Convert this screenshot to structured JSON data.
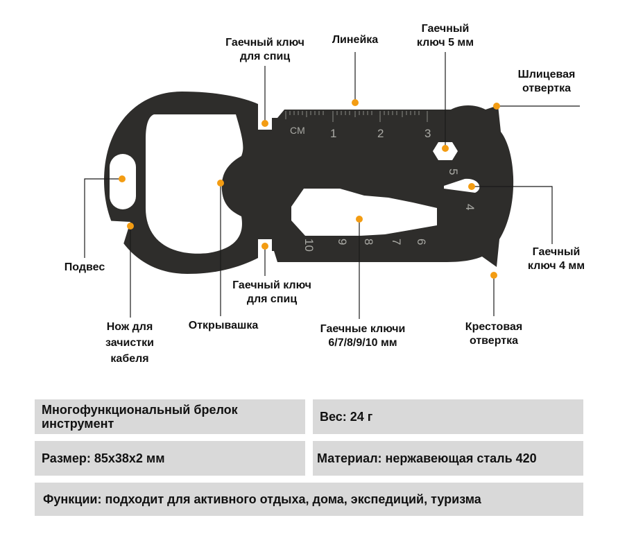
{
  "labels": {
    "spoke_wrench_top": "Гаечный ключ\nдля спиц",
    "ruler": "Линейка",
    "wrench_5mm": "Гаечный\nключ 5 мм",
    "flat_screwdriver": "Шлицевая\nотвертка",
    "hanger": "Подвес",
    "wrench_4mm": "Гаечный\nключ 4 мм",
    "spoke_wrench_bottom": "Гаечный ключ\nдля спиц",
    "cable_knife": "Нож для\nзачистки\nкабеля",
    "bottle_opener": "Открывашка",
    "wrenches_multi": "Гаечные ключи\n6/7/8/9/10 мм",
    "cross_screwdriver": "Крестовая\nотвертка"
  },
  "tool_markings": {
    "ruler_unit": "CM",
    "ruler_numbers": [
      "1",
      "2",
      "3"
    ],
    "hex_sizes": [
      "5",
      "4"
    ],
    "wrench_sizes": [
      "10",
      "9",
      "8",
      "7",
      "6"
    ]
  },
  "specs": {
    "name": "Многофункциональный брелок\nинструмент",
    "weight": "Вес: 24 г",
    "size": "Размер: 85x38x2 мм",
    "material": "Материал: нержавеющая сталь 420",
    "functions": "Функции: подходит для активного отдыха, дома, экспедиций, туризма"
  },
  "colors": {
    "tool_body": "#2e2d2b",
    "marker": "#f39c12",
    "leader_line": "#1a1a1a",
    "spec_bg": "#d9d9d9"
  }
}
